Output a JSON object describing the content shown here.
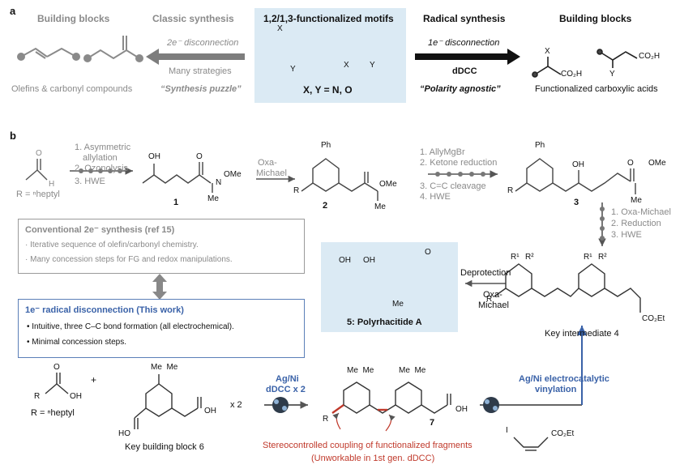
{
  "panel_a": {
    "label": "a",
    "left_title": "Building blocks",
    "classic_title": "Classic synthesis",
    "motif_title": "1,2/1,3-functionalized motifs",
    "radical_title": "Radical synthesis",
    "right_title": "Building blocks",
    "classic_arrow_top": "2e⁻ disconnection",
    "classic_arrow_bottom": "Many strategies",
    "classic_quote": "“Synthesis puzzle”",
    "left_caption": "Olefins & carbonyl compounds",
    "motif_x": "X",
    "motif_y": "Y",
    "motif_caption": "X, Y = N, O",
    "radical_arrow_top": "1e⁻ disconnection",
    "radical_arrow_bottom": "dDCC",
    "radical_quote": "“Polarity agnostic”",
    "right_caption": "Functionalized carboxylic acids",
    "acid1_sub": "CO₂H",
    "acid2_sub": "CO₂H"
  },
  "panel_b": {
    "label": "b",
    "aldehyde_o": "O",
    "aldehyde_h": "H",
    "r_def_top": "R = ⁿheptyl",
    "step1": [
      "1. Asymmetric",
      "allylation",
      "2. Ozonolysis",
      "3. HWE"
    ],
    "cmpd1_label": "1",
    "oxa_michael": [
      "Oxa-",
      "Michael"
    ],
    "cmpd2_label": "2",
    "step3": [
      "1. AllyMgBr",
      "2. Ketone reduction",
      "3. C=C cleavage",
      "4. HWE"
    ],
    "cmpd3_label": "3",
    "step4": [
      "1. Oxa-Michael",
      "2. Reduction",
      "3. HWE"
    ],
    "ome": "OMe",
    "me": "Me",
    "oh": "OH",
    "ph": "Ph",
    "conv_title": "Conventional 2e⁻ synthesis (ref 15)",
    "conv_items": [
      "· Iterative sequence of olefin/carbonyl chemistry.",
      "· Many concession steps for FG and redox manipulations."
    ],
    "rad_title": "1e⁻ radical disconnection (This work)",
    "rad_items": [
      "• Intuitive, three C–C bond formation (all electrochemical).",
      "• Minimal concession steps."
    ],
    "poly_caption": "5: Polyrhacitide A",
    "poly_me": "Me",
    "deprotection": "Deprotection",
    "oxa_michael2": [
      "Oxa-",
      "Michael"
    ],
    "key_int": "Key intermediate 4",
    "r1": "R¹",
    "r2": "R²",
    "co2et": "CO₂Et",
    "acid_r_def": "R = ⁿheptyl",
    "plus": "+",
    "times2": "x 2",
    "kbb_caption": "Key building block 6",
    "agni_top": "Ag/Ni",
    "agni_bot": "dDCC x 2",
    "cmpd7_label": "7",
    "vinyl_top": "Ag/Ni electrocatalytic",
    "vinyl_bot": "vinylation",
    "iodo_i": "I",
    "red_line1": "Stereocontrolled coupling of functionalized fragments",
    "red_line2": "(Unworkable in 1st gen. dDCC)",
    "ho": "HO",
    "o": "O"
  },
  "colors": {
    "accent_blue": "#3a62a8",
    "box_fill": "#dbeaf4",
    "red": "#c0392b",
    "gray": "#8a8a8a"
  }
}
